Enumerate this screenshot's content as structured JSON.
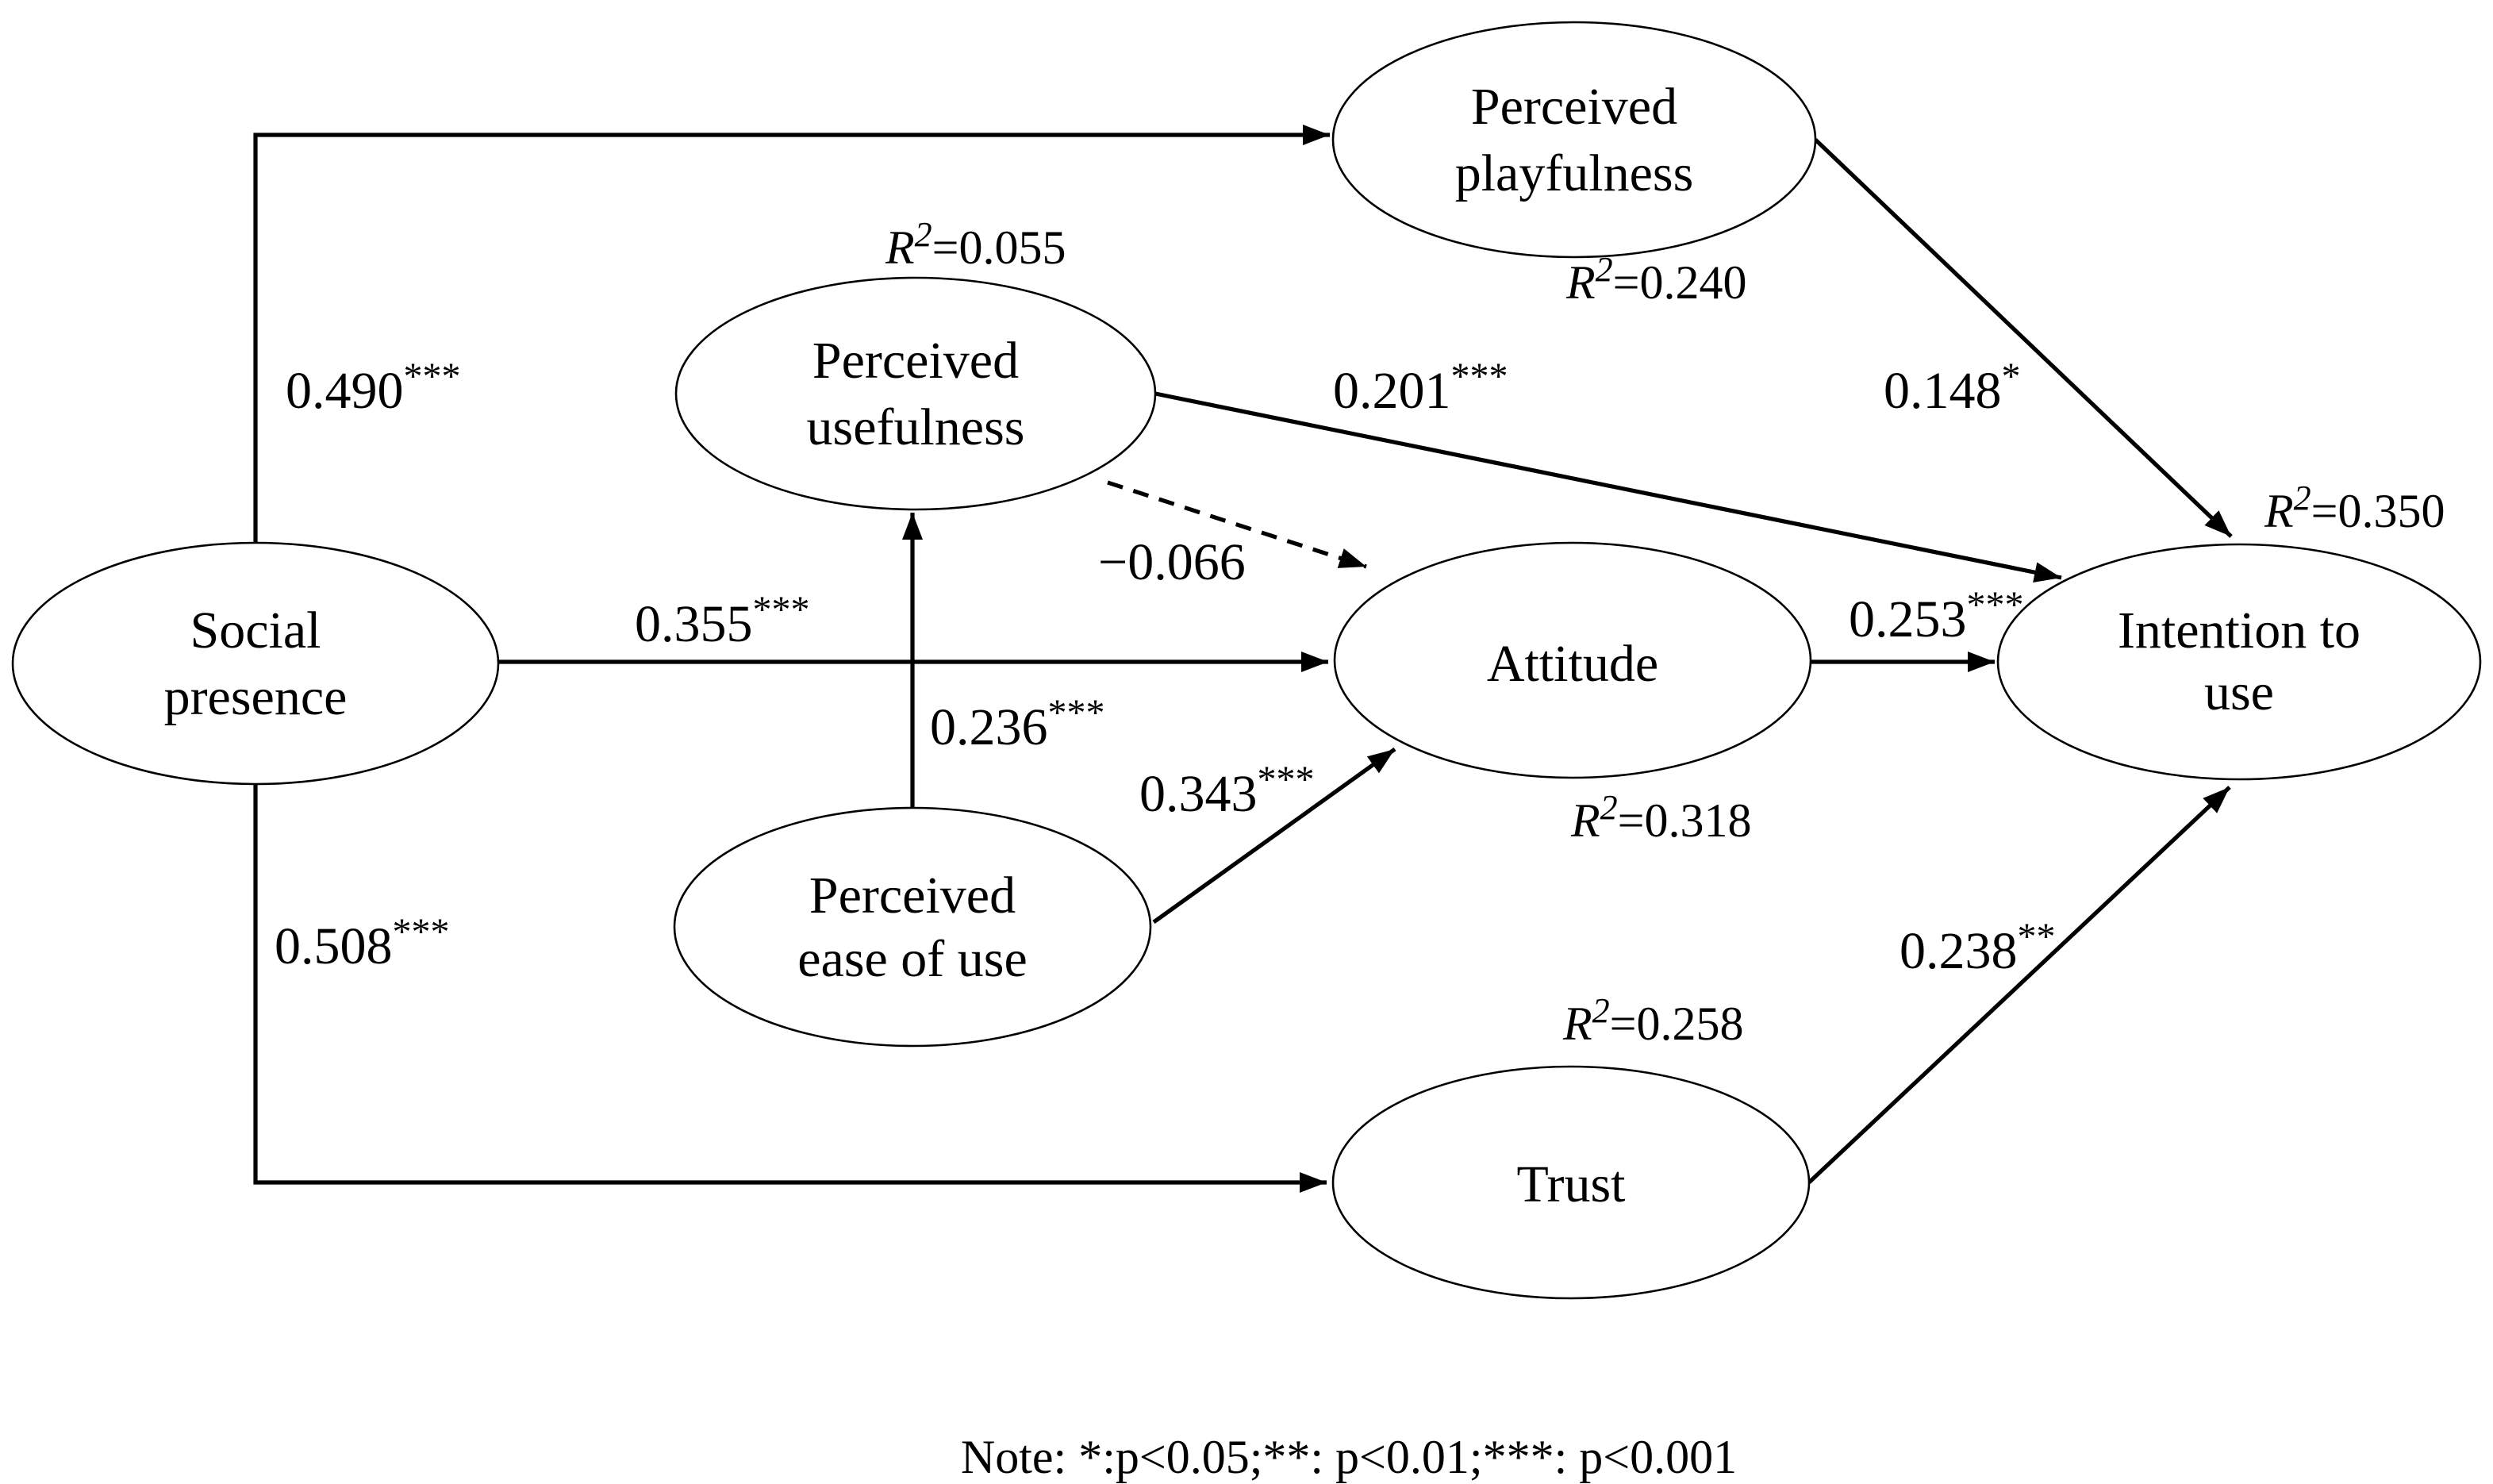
{
  "figure": {
    "type": "sem-path-diagram",
    "background_color": "#ffffff",
    "line_color": "#000000",
    "text_color": "#000000"
  },
  "nodes": {
    "social_presence": {
      "line1": "Social",
      "line2": "presence"
    },
    "perceived_usefulness": {
      "line1": "Perceived",
      "line2": "usefulness",
      "r2_sym": "R",
      "r2_sup": "2",
      "r2_val": "=0.055"
    },
    "perceived_playfulness": {
      "line1": "Perceived",
      "line2": "playfulness",
      "r2_sym": "R",
      "r2_sup": "2",
      "r2_val": "=0.240"
    },
    "perceived_ease_of_use": {
      "line1": "Perceived",
      "line2": "ease of use"
    },
    "attitude": {
      "line1": "Attitude",
      "r2_sym": "R",
      "r2_sup": "2",
      "r2_val": "=0.318"
    },
    "intention_to_use": {
      "line1": "Intention to",
      "line2": "use",
      "r2_sym": "R",
      "r2_sup": "2",
      "r2_val": "=0.350"
    },
    "trust": {
      "line1": "Trust",
      "r2_sym": "R",
      "r2_sup": "2",
      "r2_val": "=0.258"
    }
  },
  "edges": {
    "sp_pp": {
      "from": "social_presence",
      "to": "perceived_playfulness",
      "coef": "0.490",
      "sig": "***",
      "style": "solid"
    },
    "sp_att": {
      "from": "social_presence",
      "to": "attitude",
      "coef": "0.355",
      "sig": "***",
      "style": "solid"
    },
    "sp_trust": {
      "from": "social_presence",
      "to": "trust",
      "coef": "0.508",
      "sig": "***",
      "style": "solid"
    },
    "peou_pu": {
      "from": "perceived_ease_of_use",
      "to": "perceived_usefulness",
      "coef": "0.236",
      "sig": "***",
      "style": "solid"
    },
    "peou_att": {
      "from": "perceived_ease_of_use",
      "to": "attitude",
      "coef": "0.343",
      "sig": "***",
      "style": "solid"
    },
    "pu_att": {
      "from": "perceived_usefulness",
      "to": "attitude",
      "coef": "−0.066",
      "sig": "",
      "style": "dashed"
    },
    "pu_itu": {
      "from": "perceived_usefulness",
      "to": "intention_to_use",
      "coef": "0.201",
      "sig": "***",
      "style": "solid"
    },
    "pp_itu": {
      "from": "perceived_playfulness",
      "to": "intention_to_use",
      "coef": "0.148",
      "sig": "*",
      "style": "solid"
    },
    "att_itu": {
      "from": "attitude",
      "to": "intention_to_use",
      "coef": "0.253",
      "sig": "***",
      "style": "solid"
    },
    "trust_itu": {
      "from": "trust",
      "to": "intention_to_use",
      "coef": "0.238",
      "sig": "**",
      "style": "solid"
    }
  },
  "note": {
    "text": "Note: *:p<0.05;**: p<0.01;***: p<0.001"
  }
}
